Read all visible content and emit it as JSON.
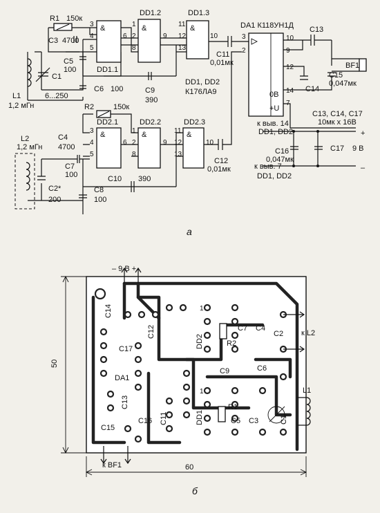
{
  "schematic": {
    "r1": {
      "ref": "R1",
      "value": "150к"
    },
    "r2": {
      "ref": "R2",
      "value": "150к"
    },
    "c3": {
      "ref": "C3",
      "value": "4700"
    },
    "c4": {
      "ref": "C4",
      "value": "4700"
    },
    "c5": {
      "ref": "C5",
      "value": "100"
    },
    "c6": {
      "ref": "C6",
      "value": "100"
    },
    "c7": {
      "ref": "C7",
      "value": "100"
    },
    "c8": {
      "ref": "C8",
      "value": "100"
    },
    "c9": {
      "ref": "C9",
      "value": "390"
    },
    "c10": {
      "ref": "C10",
      "value": "390"
    },
    "c11": {
      "ref": "C11",
      "value": "0,01мк"
    },
    "c12": {
      "ref": "C12",
      "value": "0,01мк"
    },
    "c13": {
      "ref": "C13"
    },
    "c14": {
      "ref": "C14"
    },
    "c15": {
      "ref": "C15",
      "value": "0,047мк"
    },
    "c16": {
      "ref": "C16",
      "value": "0,047мк"
    },
    "c17": {
      "ref": "C17"
    },
    "c1": {
      "ref": "C1",
      "value": "6...250"
    },
    "c2": {
      "ref": "C2*",
      "value": "200"
    },
    "l1": {
      "ref": "L1",
      "value": "1,2 мГн"
    },
    "l2": {
      "ref": "L2",
      "value": "1,2 мГн"
    },
    "bf1": "BF1",
    "gates": [
      "DD1.1",
      "DD1.2",
      "DD1.3",
      "DD2.1",
      "DD2.2",
      "DD2.3"
    ],
    "gate_symbol": "&",
    "chip_note_1": "DD1, DD2",
    "chip_note_2": "К176ЛА9",
    "da1": "DA1 К118УН1Д",
    "da1_0v": "0В",
    "da1_plus_u": "+U",
    "pin14_note_1": "к выв. 14",
    "pin14_note_2": "DD1, DD2",
    "pin7_note_1": "к выв. 7",
    "pin7_note_2": "DD1, DD2",
    "caps_note_1": "C13, C14, C17",
    "caps_note_2": "10мк х 16В",
    "supply": "9 В",
    "plus": "+",
    "minus": "–",
    "caption": "а"
  },
  "board": {
    "supply_label": "– 9 В +",
    "out_label": "к BF1",
    "to_l2": "к L2",
    "parts": [
      "C14",
      "C17",
      "C12",
      "DD2",
      "C7",
      "C4",
      "C2",
      "R2",
      "C9",
      "C6",
      "DA1",
      "C13",
      "C15",
      "C16",
      "C11",
      "DD1",
      "R1",
      "C5",
      "C3",
      "C1",
      "L1"
    ],
    "pin1": "1",
    "width_mm": "60",
    "height_mm": "50",
    "caption": "б"
  }
}
